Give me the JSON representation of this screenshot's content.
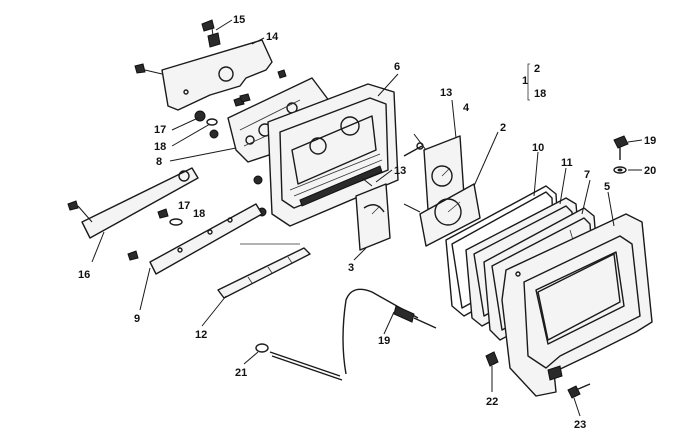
{
  "diagram": {
    "callouts": [
      {
        "id": "c1",
        "label": "1"
      },
      {
        "id": "c2",
        "label": "2"
      },
      {
        "id": "c3",
        "label": "3"
      },
      {
        "id": "c4",
        "label": "4"
      },
      {
        "id": "c5",
        "label": "5"
      },
      {
        "id": "c6",
        "label": "6"
      },
      {
        "id": "c7",
        "label": "7"
      },
      {
        "id": "c8",
        "label": "8"
      },
      {
        "id": "c9",
        "label": "9"
      },
      {
        "id": "c10",
        "label": "10"
      },
      {
        "id": "c11",
        "label": "11"
      },
      {
        "id": "c12",
        "label": "12"
      },
      {
        "id": "c13a",
        "label": "13"
      },
      {
        "id": "c13b",
        "label": "13"
      },
      {
        "id": "c14",
        "label": "14"
      },
      {
        "id": "c15",
        "label": "15"
      },
      {
        "id": "c16",
        "label": "16"
      },
      {
        "id": "c17a",
        "label": "17"
      },
      {
        "id": "c17b",
        "label": "17"
      },
      {
        "id": "c18a",
        "label": "18"
      },
      {
        "id": "c18b",
        "label": "18"
      },
      {
        "id": "c19a",
        "label": "19"
      },
      {
        "id": "c19b",
        "label": "19"
      },
      {
        "id": "c20",
        "label": "20"
      },
      {
        "id": "c21",
        "label": "21"
      },
      {
        "id": "c22",
        "label": "22"
      },
      {
        "id": "c23",
        "label": "23"
      }
    ],
    "group_note": {
      "top": "2",
      "bottom": "18",
      "prefix": "1"
    }
  }
}
